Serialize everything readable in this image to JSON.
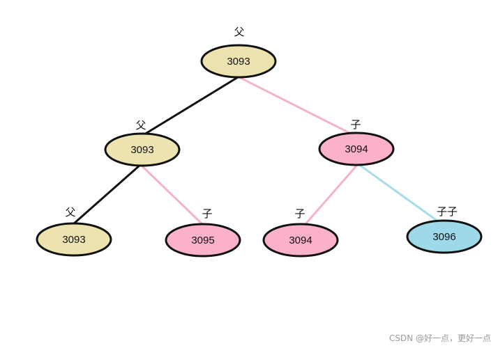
{
  "colors": {
    "parent_fill": "#ede3b0",
    "child_fill": "#fbb0cb",
    "grandchild_fill": "#9dd9e8",
    "parent_edge": "#111111",
    "child_edge": "#f5b2c8",
    "grandchild_edge": "#a6dcec",
    "outline": "#111111"
  },
  "nodes": {
    "root": {
      "value": "3093",
      "role": "父"
    },
    "left": {
      "value": "3093",
      "role": "父"
    },
    "right": {
      "value": "3094",
      "role": "子"
    },
    "left_left": {
      "value": "3093",
      "role": "父"
    },
    "left_right": {
      "value": "3095",
      "role": "子"
    },
    "right_left": {
      "value": "3094",
      "role": "子"
    },
    "right_right": {
      "value": "3096",
      "role": "子子"
    }
  },
  "watermark": "CSDN @好一点，更好一点"
}
